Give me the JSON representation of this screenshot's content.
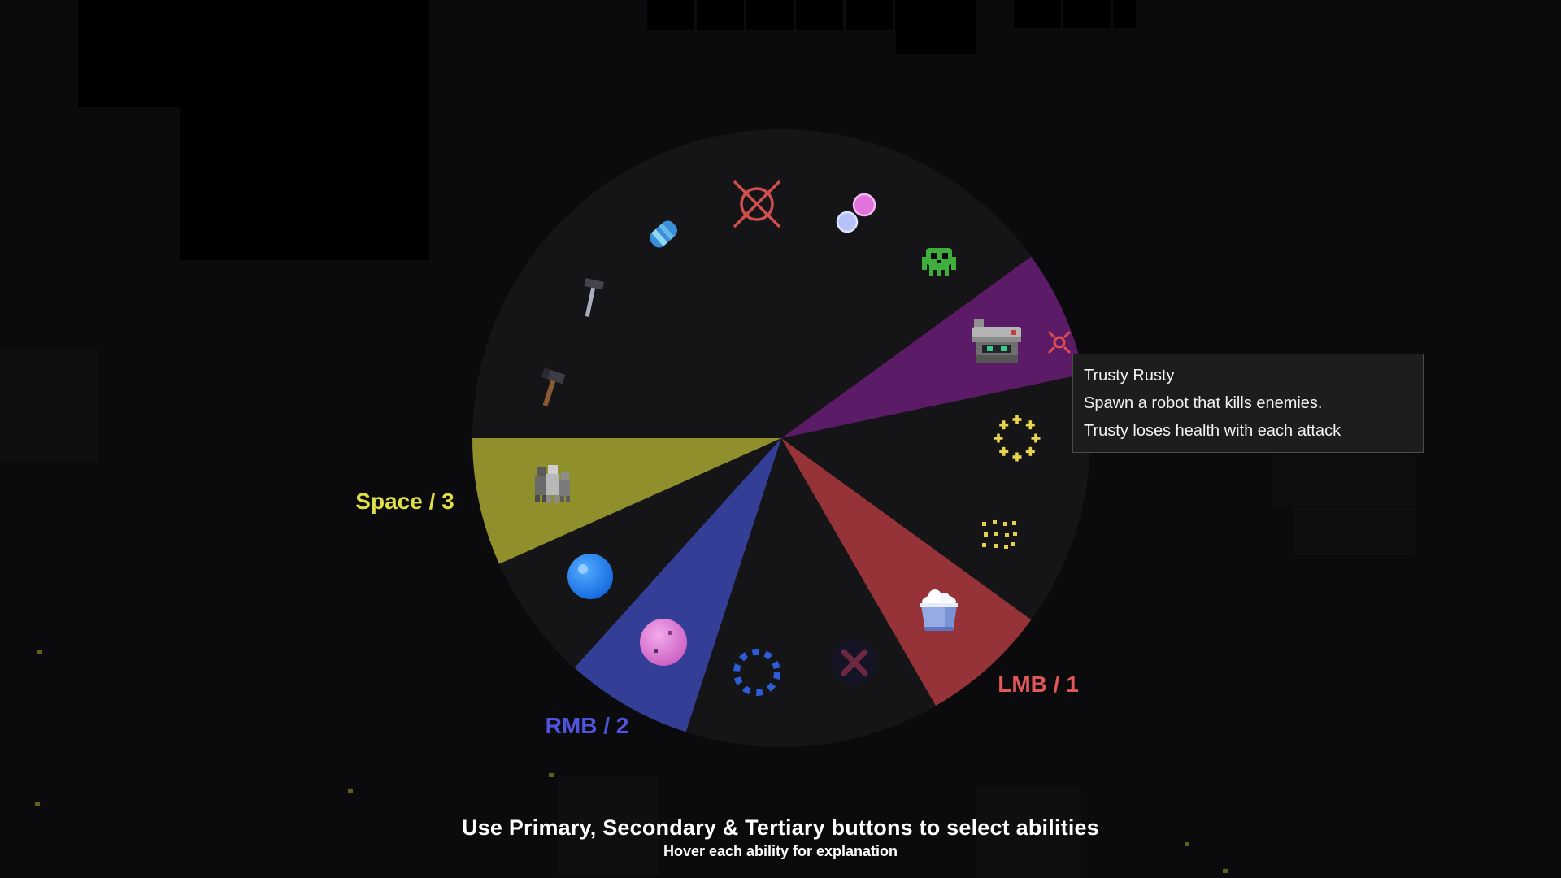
{
  "tooltip": {
    "title": "Trusty Rusty",
    "desc_line1": "Spawn a robot that kills enemies.",
    "desc_line2": "Trusty loses health with each attack"
  },
  "wheel": {
    "selected_ability": "Trusty Rusty",
    "labels": {
      "lmb": "LMB / 1",
      "rmb": "RMB / 2",
      "space": "Space / 3"
    },
    "ability_icons": [
      "robot-icon",
      "plus-ring-icon",
      "dots-burst-icon",
      "bucket-icon",
      "dark-x-icon",
      "dashed-ring-icon",
      "pink-orb-icon",
      "blue-orb-icon",
      "crew-figures-icon",
      "dark-hammer-icon",
      "gray-mallet-icon",
      "capsule-icon",
      "crossed-target-icon",
      "bubbles-icon",
      "skull-icon"
    ]
  },
  "footer": {
    "title": "Use Primary, Secondary & Tertiary buttons to select abilities",
    "subtitle": "Hover each ability for explanation"
  },
  "colors": {
    "background": "#0b0b0d",
    "wheel_fill": "#151518",
    "wedge_purple": "#5c1b66",
    "wedge_red": "#953339",
    "wedge_blue": "#343e96",
    "wedge_olive": "#8f902c",
    "label_lmb": "#e25858",
    "label_rmb": "#5054dd",
    "label_space": "#dede48",
    "cursor_red": "#e34e4e",
    "tooltip_bg": "#1d1d1d"
  }
}
